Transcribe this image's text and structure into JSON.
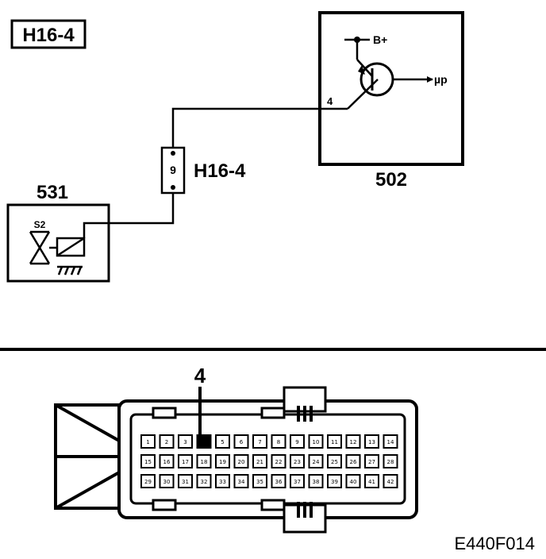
{
  "title_box": "H16-4",
  "components": {
    "ecu_502": {
      "label": "502",
      "pin": "4",
      "supply": "B+",
      "signal": "µp"
    },
    "pedal_531": {
      "label": "531",
      "switch": "S2"
    },
    "connector_h16_4": {
      "label": "H16-4",
      "pin": "9"
    }
  },
  "connector_view": {
    "highlighted_pin_label": "4",
    "highlighted_pin": 4,
    "rows": [
      [
        "1",
        "2",
        "3",
        "",
        "5",
        "6",
        "7",
        "8",
        "9",
        "10",
        "11",
        "12",
        "13",
        "14"
      ],
      [
        "15",
        "16",
        "17",
        "18",
        "19",
        "20",
        "21",
        "22",
        "23",
        "24",
        "25",
        "26",
        "27",
        "28"
      ],
      [
        "29",
        "30",
        "31",
        "32",
        "33",
        "34",
        "35",
        "36",
        "37",
        "38",
        "39",
        "40",
        "41",
        "42"
      ]
    ]
  },
  "figure_code": "E440F014"
}
